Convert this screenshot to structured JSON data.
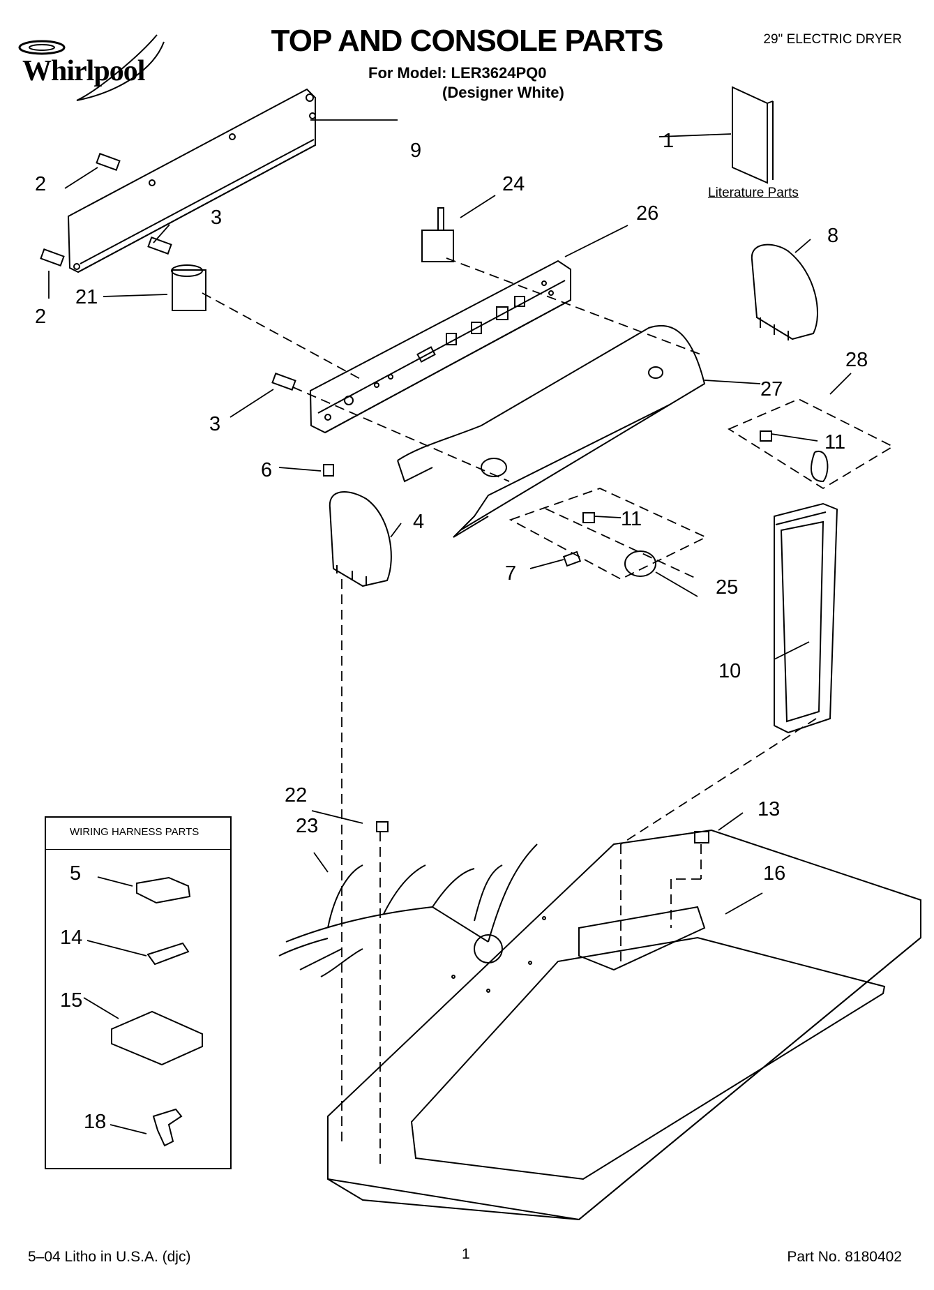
{
  "header": {
    "brand": "Whirlpool",
    "title": "TOP AND CONSOLE PARTS",
    "model_line": "For Model: LER3624PQ0",
    "color_line": "(Designer White)",
    "product": "29\" ELECTRIC DRYER"
  },
  "callouts": {
    "c1": "1",
    "c2a": "2",
    "c2b": "2",
    "c3a": "3",
    "c3b": "3",
    "c4": "4",
    "c5": "5",
    "c6": "6",
    "c7": "7",
    "c8": "8",
    "c9": "9",
    "c10": "10",
    "c11a": "11",
    "c11b": "11",
    "c13": "13",
    "c14": "14",
    "c15": "15",
    "c16": "16",
    "c18": "18",
    "c21": "21",
    "c22": "22",
    "c23": "23",
    "c24": "24",
    "c25": "25",
    "c26": "26",
    "c27": "27",
    "c28": "28"
  },
  "literature_label": "Literature Parts",
  "harness_box_title": "WIRING HARNESS PARTS",
  "footer": {
    "left": "5–04 Litho in U.S.A. (djc)",
    "center": "1",
    "right": "Part No. 8180402"
  }
}
